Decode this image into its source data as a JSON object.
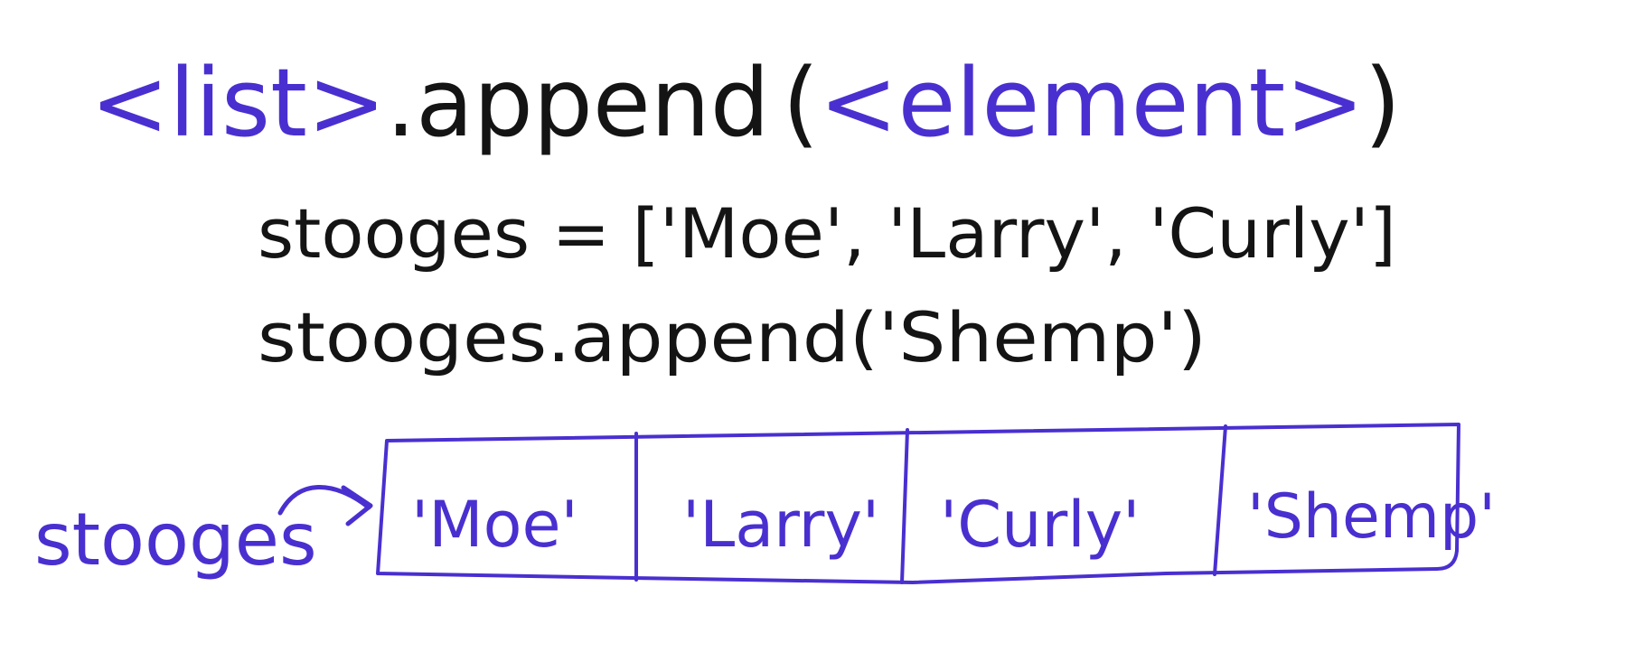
{
  "syntax": {
    "list_placeholder": "<list>",
    "method": ".append",
    "open_paren": "(",
    "element_placeholder": "<element>",
    "close_paren": ")"
  },
  "code": {
    "line1": "stooges = ['Moe', 'Larry', 'Curly']",
    "line2": "stooges.append('Shemp')"
  },
  "diagram": {
    "variable_label": "stooges",
    "cells": [
      "'Moe'",
      "'Larry'",
      "'Curly'",
      "'Shemp'"
    ]
  },
  "colors": {
    "ink_purple": "#4a2fd0",
    "ink_black": "#141414"
  }
}
